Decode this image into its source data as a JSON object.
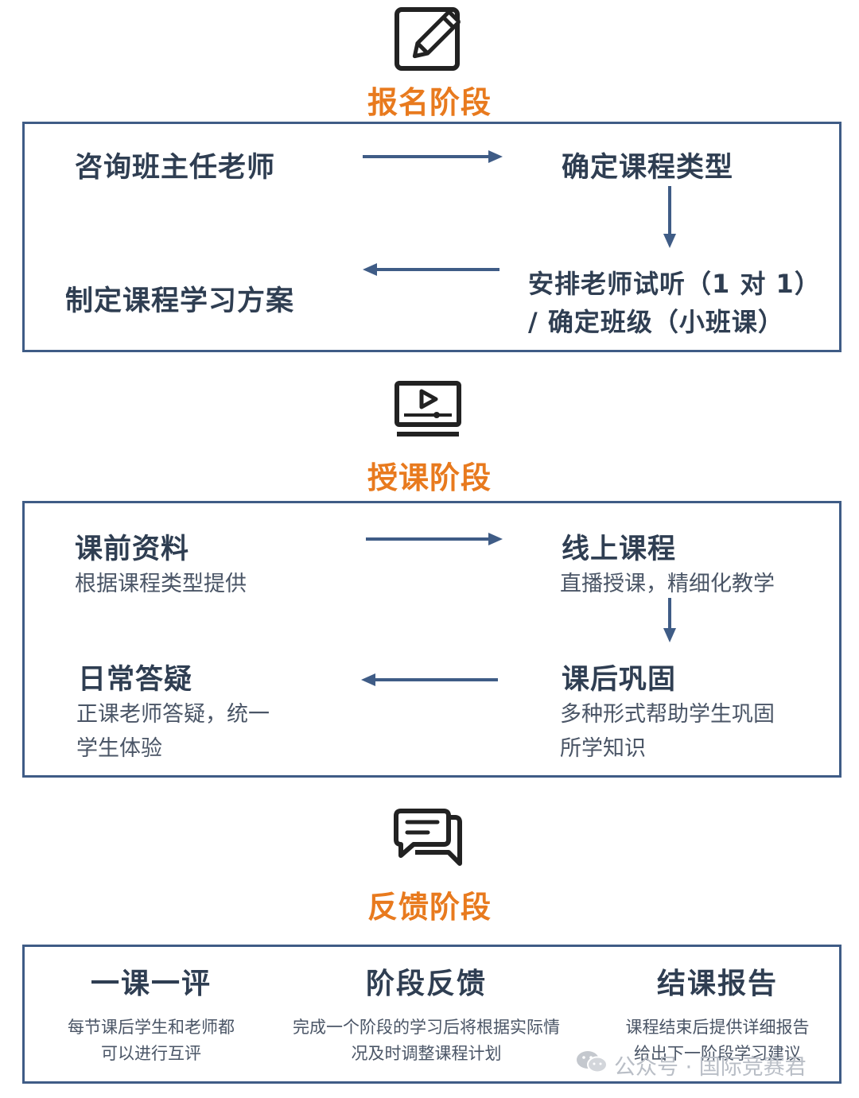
{
  "stages": [
    {
      "title": "报名阶段",
      "icon": "pencil-square-icon",
      "steps": {
        "consult": "咨询班主任老师",
        "course_type": "确定课程类型",
        "trial_line1": "安排老师试听（1 对 1）",
        "trial_line2": "/ 确定班级（小班课）",
        "plan": "制定课程学习方案"
      }
    },
    {
      "title": "授课阶段",
      "icon": "video-player-icon",
      "steps": {
        "prep_title": "课前资料",
        "prep_desc": "根据课程类型提供",
        "online_title": "线上课程",
        "online_desc": "直播授课，精细化教学",
        "qa_title": "日常答疑",
        "qa_desc_line1": "正课老师答疑，统一",
        "qa_desc_line2": "学生体验",
        "review_title": "课后巩固",
        "review_desc_line1": "多种形式帮助学生巩固",
        "review_desc_line2": "所学知识"
      }
    },
    {
      "title": "反馈阶段",
      "icon": "chat-bubbles-icon",
      "items": [
        {
          "title": "一课一评",
          "line1": "每节课后学生和老师都",
          "line2": "可以进行互评"
        },
        {
          "title": "阶段反馈",
          "line1": "完成一个阶段的学习后将根据实际情",
          "line2": "况及时调整课程计划"
        },
        {
          "title": "结课报告",
          "line1": "课程结束后提供详细报告",
          "line2": "给出下一阶段学习建议"
        }
      ]
    }
  ],
  "watermark": "公众号 · 国际竞赛君",
  "colors": {
    "accent": "#e87a1e",
    "border": "#3f5c86",
    "text": "#2f3e52"
  }
}
